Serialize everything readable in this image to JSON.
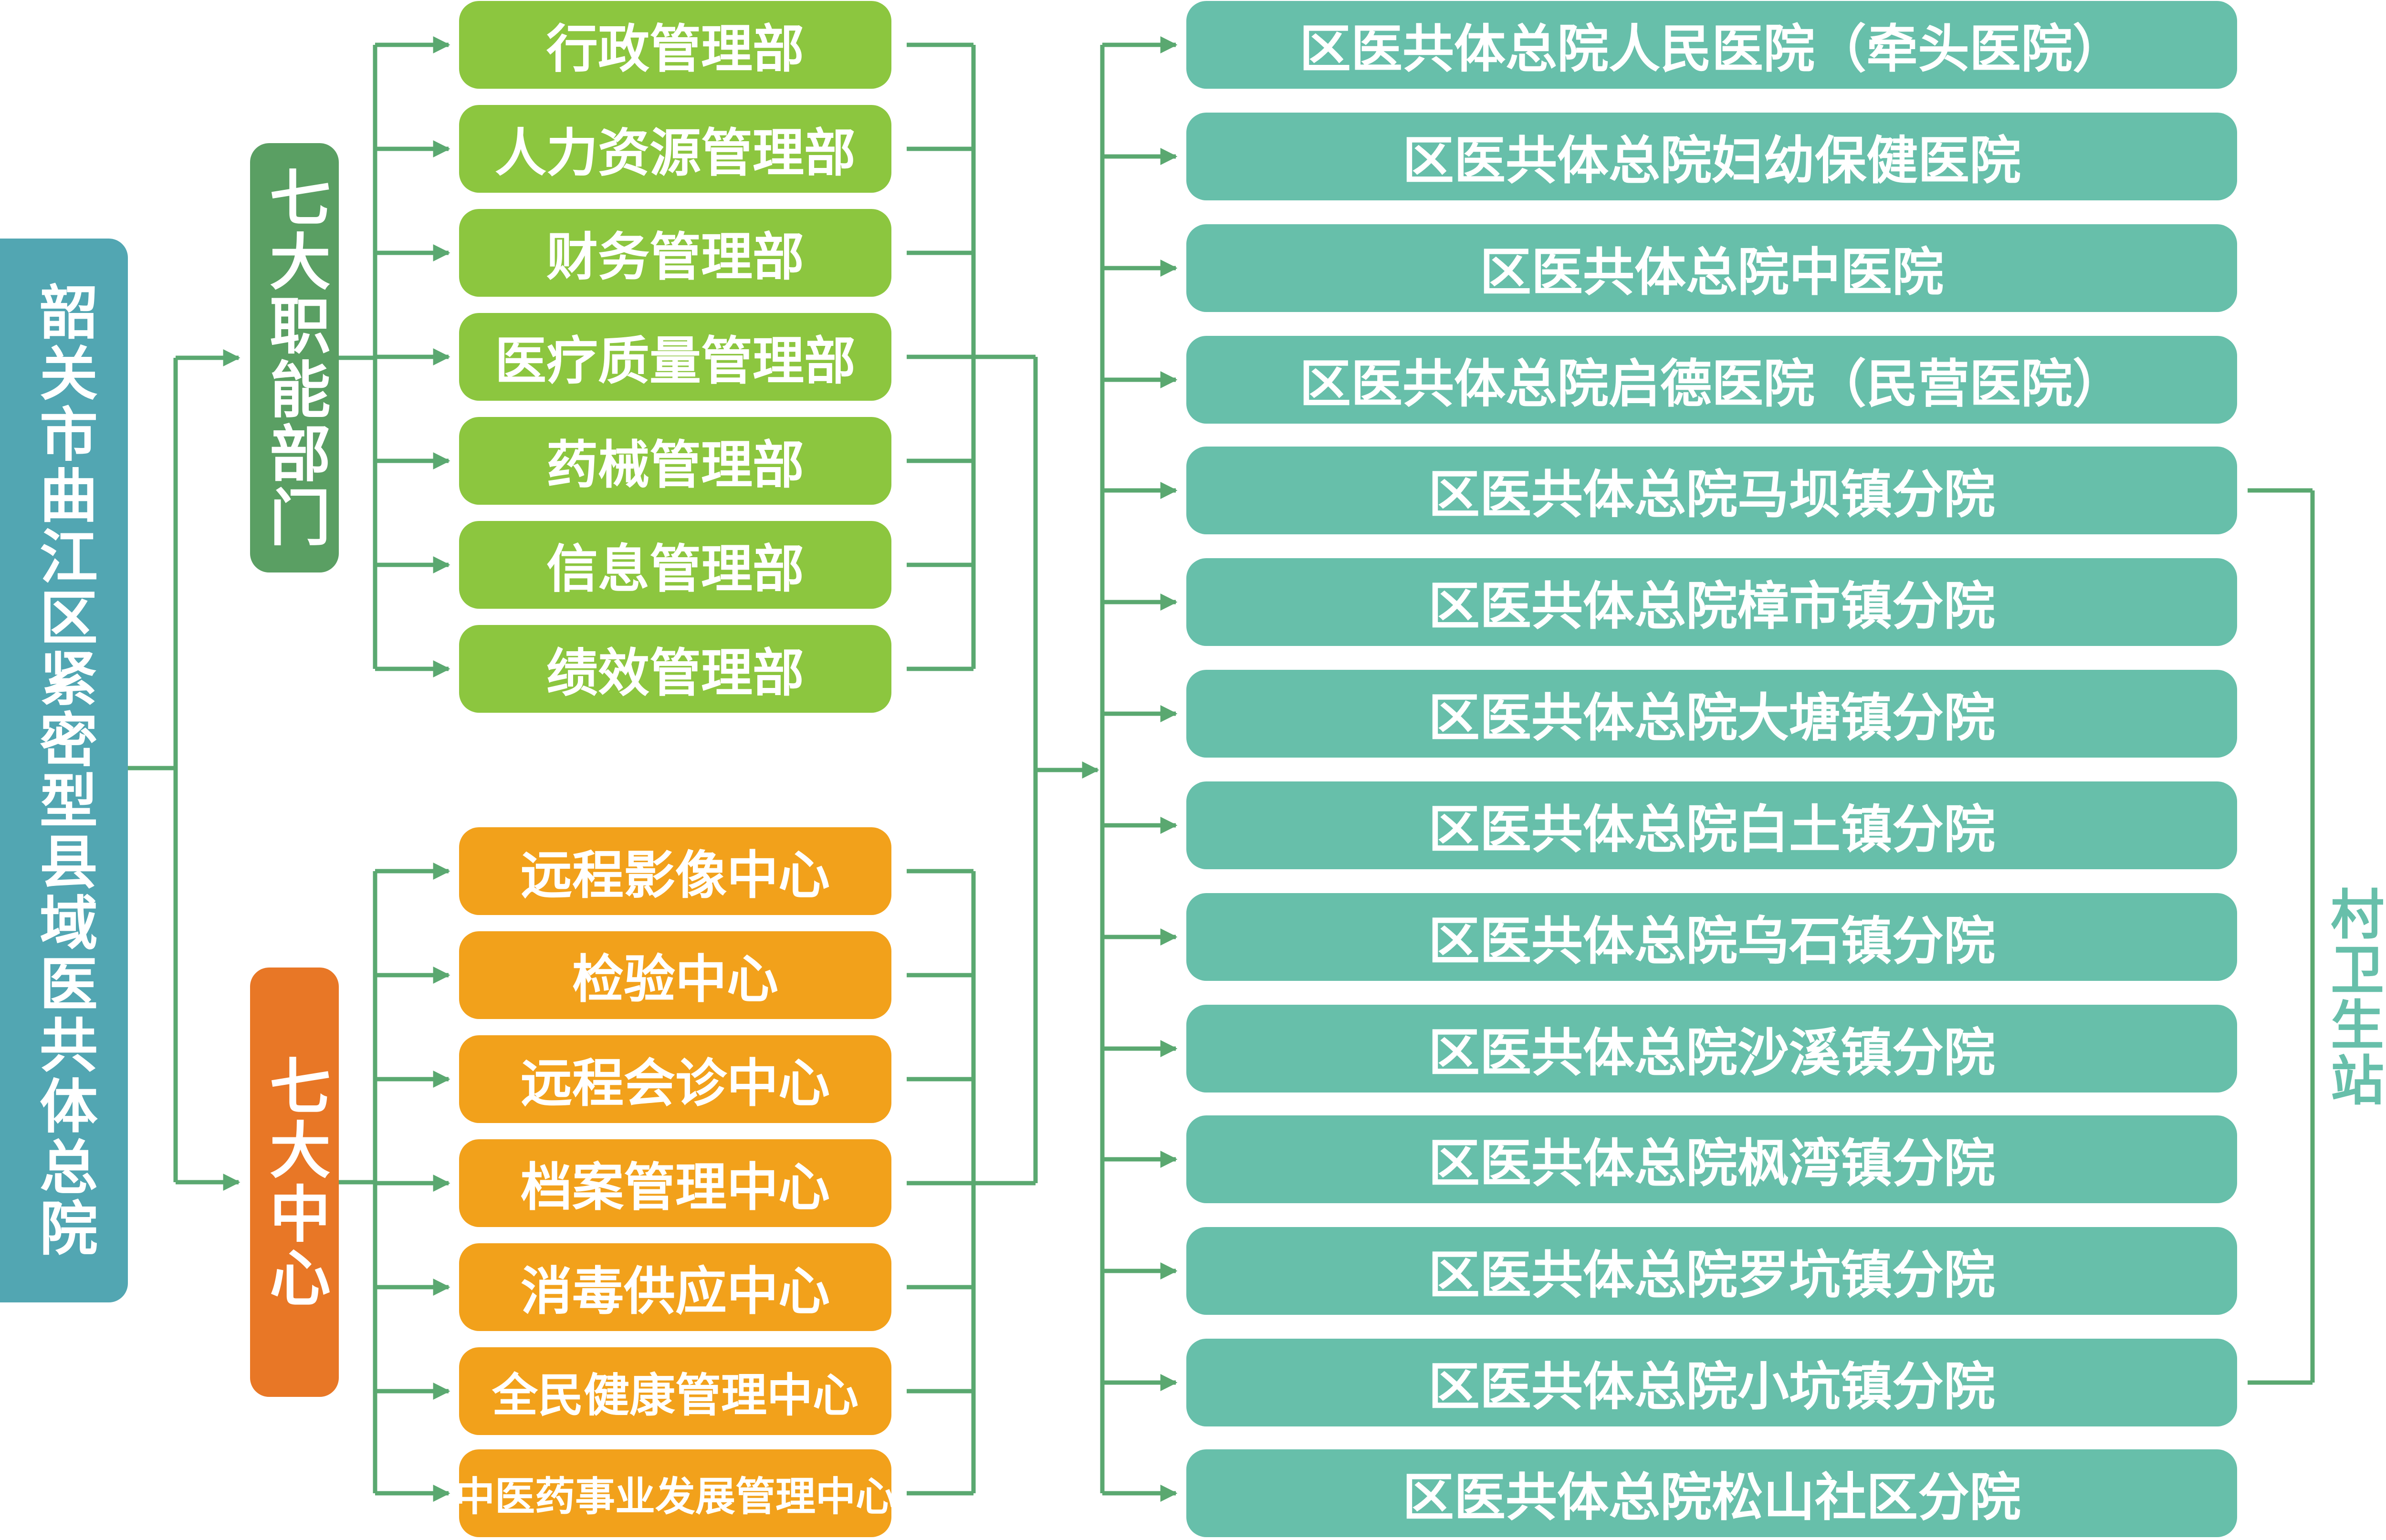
{
  "colors": {
    "root": "#52a6b2",
    "dept_category": "#5a9f63",
    "dept_box": "#8cc63f",
    "center_category": "#e87726",
    "center_box": "#f2a11b",
    "hospital_box": "#67bfaa",
    "connector": "#5aa870",
    "village_text": "#67bfaa"
  },
  "root": {
    "label": "韶关市曲江区紧密型县域医共体总院"
  },
  "departments": {
    "category_label": "七大职能部门",
    "items": [
      "行政管理部",
      "人力资源管理部",
      "财务管理部",
      "医疗质量管理部",
      "药械管理部",
      "信息管理部",
      "绩效管理部"
    ]
  },
  "centers": {
    "category_label": "七大中心",
    "items": [
      "远程影像中心",
      "检验中心",
      "远程会诊中心",
      "档案管理中心",
      "消毒供应中心",
      "全民健康管理中心",
      "中医药事业发展管理中心"
    ]
  },
  "hospitals": {
    "items": [
      "区医共体总院人民医院（牵头医院）",
      "区医共体总院妇幼保健医院",
      "区医共体总院中医院",
      "区医共体总院启德医院（民营医院）",
      "区医共体总院马坝镇分院",
      "区医共体总院樟市镇分院",
      "区医共体总院大塘镇分院",
      "区医共体总院白土镇分院",
      "区医共体总院乌石镇分院",
      "区医共体总院沙溪镇分院",
      "区医共体总院枫湾镇分院",
      "区医共体总院罗坑镇分院",
      "区医共体总院小坑镇分院",
      "区医共体总院松山社区分院"
    ]
  },
  "village": {
    "label": "村卫生站"
  }
}
